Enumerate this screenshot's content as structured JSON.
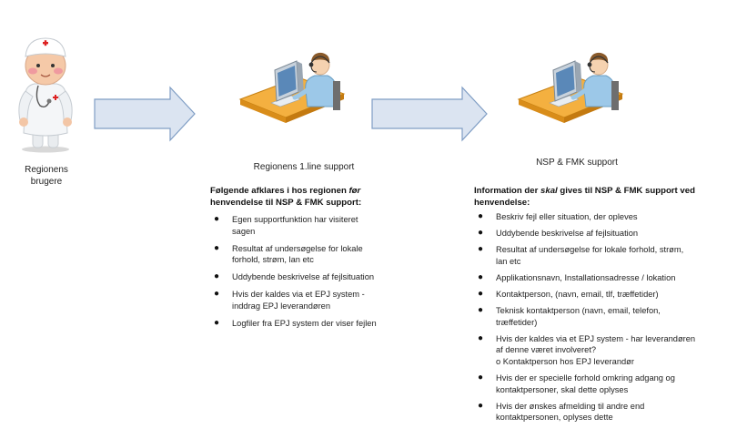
{
  "labels": {
    "users": [
      "Regionens",
      "brugere"
    ],
    "first_line": "Regionens 1.line support",
    "nsp_fmk": "NSP & FMK support"
  },
  "left_block": {
    "heading": {
      "line1_pre": "Følgende afklares i hos regionen ",
      "line1_em": "før",
      "line2": "henvendelse til NSP & FMK support:"
    },
    "items": [
      [
        "Egen supportfunktion har visiteret",
        "sagen"
      ],
      [
        "Resultat af undersøgelse for lokale",
        "forhold, strøm, lan etc"
      ],
      [
        "Uddybende beskrivelse af fejlsituation"
      ],
      [
        "Hvis der kaldes via et EPJ system -",
        "inddrag EPJ leverandøren"
      ],
      [
        "Logfiler fra EPJ system der viser fejlen"
      ]
    ]
  },
  "right_block": {
    "heading": {
      "line1_pre": "Information der ",
      "line1_em": "skal",
      "line1_post": " gives til NSP & FMK support ved",
      "line2": "henvendelse:"
    },
    "items": [
      [
        "Beskriv fejl eller situation, der opleves"
      ],
      [
        "Uddybende beskrivelse af fejlsituation"
      ],
      [
        "Resultat af undersøgelse for lokale forhold, strøm,",
        "lan etc"
      ],
      [
        "Applikationsnavn, Installationsadresse / lokation"
      ],
      [
        "Kontaktperson, (navn, email, tlf, træffetider)"
      ],
      [
        "Teknisk kontaktperson (navn, email, telefon,",
        "træffetider)"
      ],
      [
        "Hvis der kaldes via et EPJ system - har leverandøren",
        "af denne været involveret?",
        "o Kontaktperson hos EPJ leverandør"
      ],
      [
        "Hvis der er specielle forhold omkring adgang og",
        "kontaktpersoner, skal dette oplyses"
      ],
      [
        "Hvis der ønskes afmelding til andre end",
        "kontaktpersonen, oplyses dette"
      ]
    ]
  },
  "colors": {
    "arrow_fill": "#dbe4f1",
    "arrow_stroke": "#7f9dc4",
    "desk": "#f0a020",
    "monitor": "#b8c4d0",
    "shirt": "#9cc8e8",
    "skin": "#f5d2b0"
  },
  "icons": {
    "user": "nurse-figure-icon",
    "agent": "support-agent-icon",
    "arrow": "right-arrow-icon"
  }
}
